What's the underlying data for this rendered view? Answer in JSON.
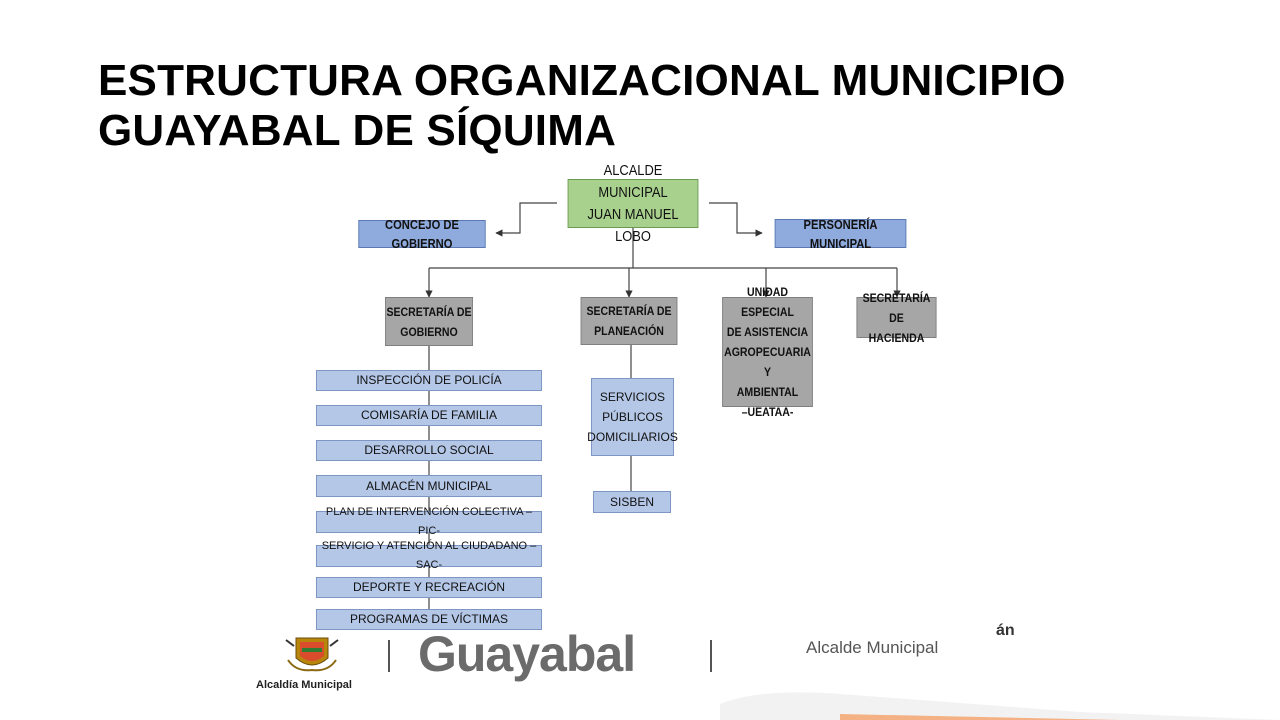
{
  "title": {
    "line1": "ESTRUCTURA ORGANIZACIONAL MUNICIPIO",
    "line2": "GUAYABAL DE SÍQUIMA"
  },
  "chart": {
    "alcalde": "ALCALDE MUNICIPAL\nJUAN MANUEL LOBO",
    "concejo": "CONCEJO DE GOBIERNO",
    "personeria": "PERSONERÍA MUNICIPAL",
    "sec_gobierno": "SECRETARÍA DE\nGOBIERNO",
    "sec_planeacion": "SECRETARÍA DE\nPLANEACIÓN",
    "unidad_especial": "UNIDAD ESPECIAL\nDE ASISTENCIA\nAGROPECUARIA Y\nAMBIENTAL\n–UEATAA-",
    "sec_hacienda": "SECRETARÍA DE\nHACIENDA",
    "gobierno_items": [
      "INSPECCIÓN DE POLICÍA",
      "COMISARÍA DE FAMILIA",
      "DESARROLLO SOCIAL",
      "ALMACÉN MUNICIPAL",
      "PLAN DE INTERVENCIÓN COLECTIVA –PIC-",
      "SERVICIO Y ATENCIÓN AL CIUDADANO –SAC-",
      "DEPORTE Y RECREACIÓN",
      "PROGRAMAS DE VÍCTIMAS"
    ],
    "planeacion_items": [
      "SERVICIOS\nPÚBLICOS\nDOMICILIARIOS",
      "SISBEN"
    ]
  },
  "footer": {
    "alcaldia_label": "Alcaldía Municipal",
    "wordmark": "Guayabal",
    "alcalde_label": "Alcalde Municipal",
    "fragment": "án"
  },
  "colors": {
    "alcalde_green": "#a9d18e",
    "blue_box": "#8faadc",
    "gray_box": "#a6a6a6",
    "light_blue_box": "#b4c7e7",
    "footer_gray": "#6b6b6b"
  }
}
